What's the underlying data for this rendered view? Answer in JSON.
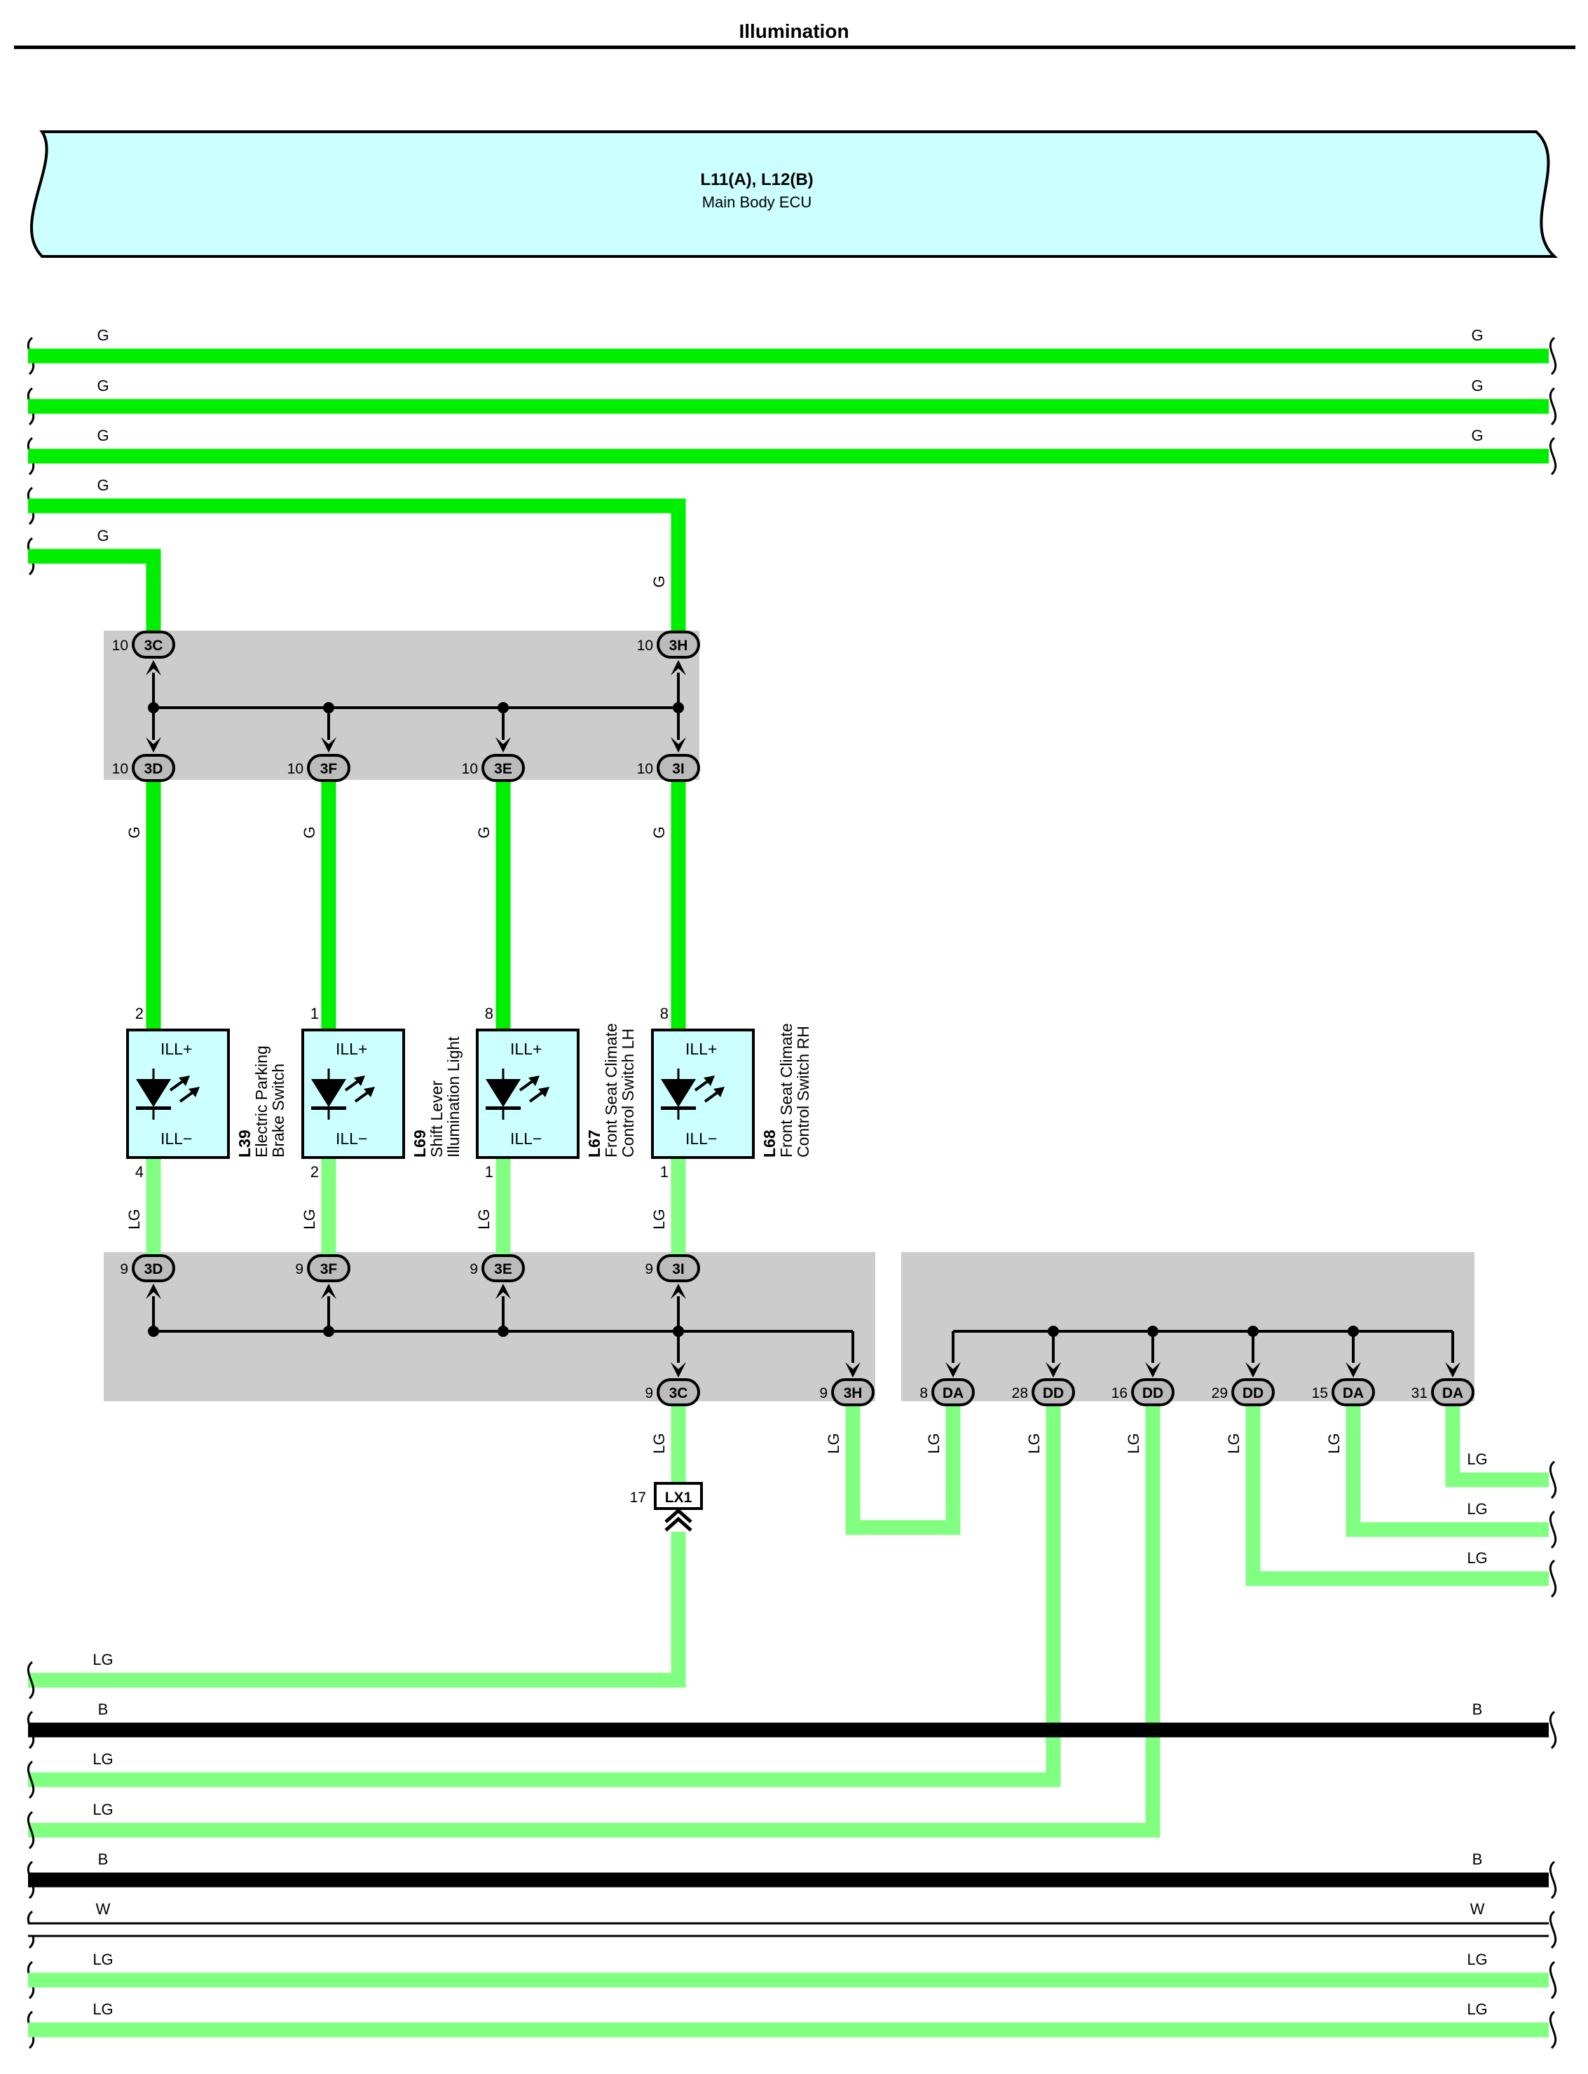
{
  "title": "Illumination",
  "ecu": {
    "connectors": "L11(A), L12(B)",
    "name": "Main Body ECU"
  },
  "colors": {
    "G": "#00ee00",
    "LG": "#80ff80",
    "B": "#000000",
    "W": "#ffffff",
    "ecu_fill": "#ccffff",
    "junction_fill": "#cccccc"
  },
  "wire_labels": {
    "G": "G",
    "LG": "LG",
    "B": "B",
    "W": "W"
  },
  "top_wires": [
    "G",
    "G",
    "G",
    "G",
    "G"
  ],
  "bottom_wires": [
    "LG",
    "B",
    "LG",
    "LG",
    "B",
    "W",
    "LG",
    "LG"
  ],
  "right_stubs": [
    "LG",
    "LG",
    "LG"
  ],
  "junction_top": {
    "in": [
      {
        "pin": "10",
        "code": "3C"
      },
      {
        "pin": "10",
        "code": "3H"
      }
    ],
    "out": [
      {
        "pin": "10",
        "code": "3D"
      },
      {
        "pin": "10",
        "code": "3F"
      },
      {
        "pin": "10",
        "code": "3E"
      },
      {
        "pin": "10",
        "code": "3I"
      }
    ]
  },
  "components": [
    {
      "id": "L39",
      "desc1": "Electric Parking",
      "desc2": "Brake Switch",
      "pin_top": "2",
      "pin_bottom": "4"
    },
    {
      "id": "L69",
      "desc1": "Shift Lever",
      "desc2": "Illumination Light",
      "pin_top": "1",
      "pin_bottom": "2"
    },
    {
      "id": "L67",
      "desc1": "Front Seat Climate",
      "desc2": "Control Switch LH",
      "pin_top": "8",
      "pin_bottom": "1"
    },
    {
      "id": "L68",
      "desc1": "Front Seat Climate",
      "desc2": "Control Switch RH",
      "pin_top": "8",
      "pin_bottom": "1"
    }
  ],
  "ill_plus": "ILL+",
  "ill_minus": "ILL−",
  "junction_bottom": {
    "in": [
      {
        "pin": "9",
        "code": "3D"
      },
      {
        "pin": "9",
        "code": "3F"
      },
      {
        "pin": "9",
        "code": "3E"
      },
      {
        "pin": "9",
        "code": "3I"
      }
    ],
    "out": [
      {
        "pin": "9",
        "code": "3C"
      },
      {
        "pin": "9",
        "code": "3H"
      }
    ]
  },
  "junction_right": {
    "out": [
      {
        "pin": "8",
        "code": "DA"
      },
      {
        "pin": "28",
        "code": "DD"
      },
      {
        "pin": "16",
        "code": "DD"
      },
      {
        "pin": "29",
        "code": "DD"
      },
      {
        "pin": "15",
        "code": "DA"
      },
      {
        "pin": "31",
        "code": "DA"
      }
    ]
  },
  "inline_connector": {
    "pin": "17",
    "code": "LX1"
  }
}
